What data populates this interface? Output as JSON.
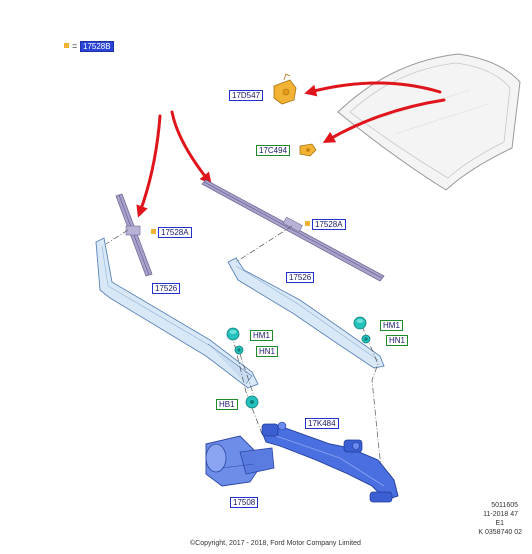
{
  "legend": {
    "symbol": "■",
    "equals": "=",
    "code": "17528B"
  },
  "callouts": {
    "washer_pump": "17D547",
    "washer_nozzle": "17C494",
    "blade_left": "17528A",
    "blade_right": "17528A",
    "arm_left": "17526",
    "arm_right": "17526",
    "cap_left": "HM1",
    "nut_left": "HN1",
    "cap_right": "HM1",
    "nut_right": "HN1",
    "bolt": "HB1",
    "linkage": "17K484",
    "motor": "17508"
  },
  "stamp": {
    "line1": "5011605",
    "line2": "11-2018 47",
    "line3": "E1",
    "line4": "K 0358740 02"
  },
  "copyright": "©Copyright, 2017 - 2018, Ford Motor Company Limited",
  "colors": {
    "callout_blue": "#2233cc",
    "callout_green": "#1e8a2a",
    "legend_key": "#f2b233",
    "annotation_arrow": "#e0141b",
    "part_blue": "#4a6fe0",
    "blade": "#8c86b8"
  }
}
